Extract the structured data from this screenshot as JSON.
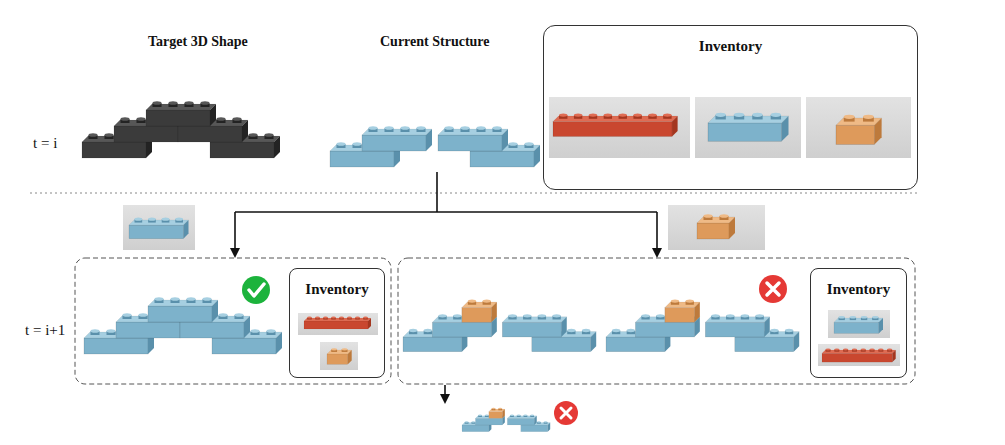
{
  "diagram": {
    "nodes": [
      {
        "text": [
          "Inventory"
        ]
      },
      {
        "text": [
          "Inventory"
        ]
      },
      {
        "text": [
          "Inventory"
        ]
      }
    ],
    "labels": [
      "Target 3D Shape",
      "Current Structure",
      "t = i",
      "t = i+1"
    ]
  }
}
